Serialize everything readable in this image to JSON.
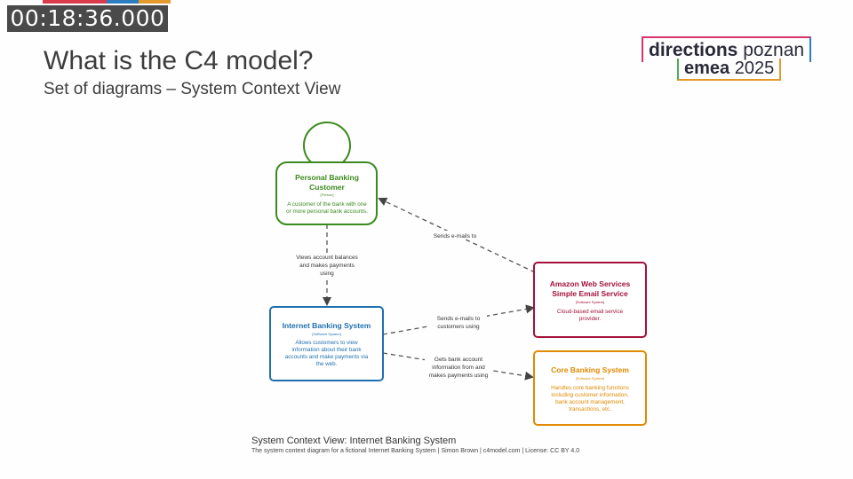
{
  "video": {
    "timecode": "00:18:36.000"
  },
  "slide": {
    "title": "What is the C4 model?",
    "subtitle": "Set of diagrams – System Context View"
  },
  "logo": {
    "line1_bold": "directions",
    "line1_rest": "poznan",
    "line2_bold": "emea",
    "line2_rest": "2025"
  },
  "colors": {
    "person": "#3a8a1e",
    "internet_banking": "#1f6fae",
    "aws": "#a3113a",
    "core_banking": "#e08a00",
    "arrow": "#444444",
    "topbar": [
      "#d93b4a",
      "#2c7cc0",
      "#e59a2e"
    ]
  },
  "diagram": {
    "elements": {
      "customer": {
        "name_line1": "Personal Banking",
        "name_line2": "Customer",
        "type": "[Person]",
        "desc_line1": "A customer of the bank with one",
        "desc_line2": "or more personal bank accounts."
      },
      "internet_banking": {
        "name": "Internet Banking System",
        "type": "[Software System]",
        "desc_line1": "Allows customers to view",
        "desc_line2": "information about their bank",
        "desc_line3": "accounts and make payments via",
        "desc_line4": "the web."
      },
      "aws": {
        "name_line1": "Amazon Web Services",
        "name_line2": "Simple Email Service",
        "type": "[Software System]",
        "desc_line1": "Cloud-based email service",
        "desc_line2": "provider."
      },
      "core_banking": {
        "name": "Core Banking System",
        "type": "[Software System]",
        "desc_line1": "Handles core banking functions",
        "desc_line2": "including customer information,",
        "desc_line3": "bank account management,",
        "desc_line4": "transactions, etc."
      }
    },
    "relationships": {
      "customer_to_ibs": {
        "line1": "Views account balances",
        "line2": "and makes payments",
        "line3": "using"
      },
      "aws_to_customer": {
        "line1": "Sends e-mails to"
      },
      "ibs_to_aws": {
        "line1": "Sends e-mails to",
        "line2": "customers using"
      },
      "ibs_to_core": {
        "line1": "Gets bank account",
        "line2": "information from and",
        "line3": "makes payments using"
      }
    }
  },
  "caption": {
    "title": "System Context View: Internet Banking System",
    "text": "The system context diagram for a fictional Internet Banking System | Simon Brown | c4model.com | License: CC BY 4.0"
  }
}
